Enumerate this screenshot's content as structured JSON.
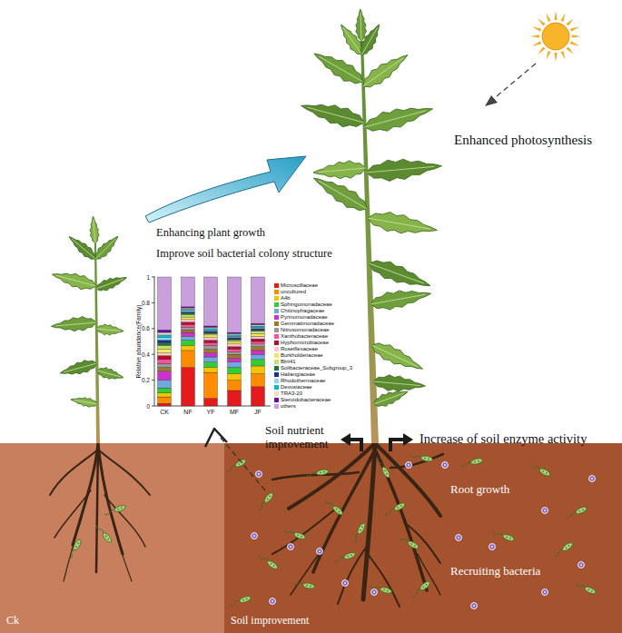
{
  "diagram": {
    "nodes": [
      {
        "text": [
          "Ck"
        ]
      },
      {
        "text": [
          "Soil improvement"
        ]
      }
    ],
    "labels": [
      "Enhanced photosynthesis",
      "Enhancing plant growth",
      "Improve soil bacterial colony structure",
      "1",
      "0.8",
      "0.6",
      "0.4",
      "0.2",
      "0",
      "Relative abundance(Family)",
      "CK",
      "NF",
      "YF",
      "MF",
      "JF",
      "Soil nutrient improvement",
      "Increase of soil enzyme activity",
      "Root growth",
      "Recruiting bacteria"
    ],
    "legend": [
      {
        "text": "Microscillaceae",
        "color": "#e41a1c"
      },
      {
        "text": "uncultured",
        "color": "#ff8c00"
      },
      {
        "text": "A4b",
        "color": "#f5c400"
      },
      {
        "text": "Sphingomonadaceae",
        "color": "#33cc33"
      },
      {
        "text": "Chitinophagaceae",
        "color": "#6fa8dc"
      },
      {
        "text": "Pyrinomonadaceae",
        "color": "#cc33cc"
      },
      {
        "text": "Gemmatimonadaceae",
        "color": "#a0782a"
      },
      {
        "text": "Nitrosomonadaceae",
        "color": "#999999"
      },
      {
        "text": "Xanthobacteraceae",
        "color": "#ff4fa0"
      },
      {
        "text": "Hyphomicrobiaceae",
        "color": "#b0102a"
      },
      {
        "text": "Roseiflexaceae",
        "color": "#f7c6d0"
      },
      {
        "text": "Burkholderiaceae",
        "color": "#f5e663"
      },
      {
        "text": "Blrii41",
        "color": "#c9e265"
      },
      {
        "text": "Solibacteraceae_Subgroup_3",
        "color": "#1b7a3a"
      },
      {
        "text": "Haliangiaceae",
        "color": "#1f2f8f"
      },
      {
        "text": "Rhodothermaceae",
        "color": "#8fd3f5"
      },
      {
        "text": "Devosiaceae",
        "color": "#00bcd4"
      },
      {
        "text": "TRA3-20",
        "color": "#f0e0c0"
      },
      {
        "text": "Steroidobacteraceae",
        "color": "#6a0dad"
      },
      {
        "text": "others",
        "color": "#c9a0dc"
      }
    ]
  }
}
